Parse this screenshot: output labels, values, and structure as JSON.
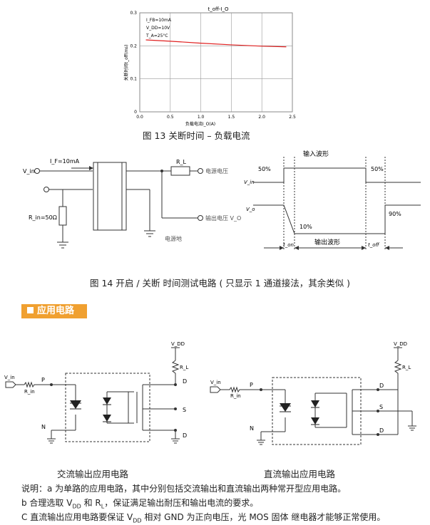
{
  "chart_data": {
    "type": "line",
    "title": "t_off-I_O",
    "ylabel": "关断时间t_off(ms)",
    "xlabel": "负载电流I_O(A)",
    "xlim": [
      0,
      2.5
    ],
    "ylim": [
      0,
      0.3
    ],
    "x_ticks": [
      "0.0",
      "0.5",
      "1.0",
      "1.5",
      "2.0",
      "2.5"
    ],
    "y_ticks": [
      "0",
      "0.1",
      "0.2",
      "0.3"
    ],
    "grid": true,
    "conditions": [
      "I_FB=10mA",
      "V_DD=10V",
      "T_A=25°C"
    ],
    "series": [
      {
        "x": [
          0.1,
          0.5,
          1.0,
          1.5,
          2.0,
          2.4
        ],
        "y": [
          0.218,
          0.214,
          0.208,
          0.203,
          0.199,
          0.197
        ],
        "color": "#e02020"
      }
    ]
  },
  "fig13_caption": "图 13 关断时间 – 负载电流",
  "fig14": {
    "circuit": {
      "if_label": "I_F=10mA",
      "vin": "V_in",
      "rin": "R_in=50Ω",
      "rl": "R_L",
      "supply_v": "电源电压",
      "output_v": "输出电压 V_O",
      "supply_src": "电源地"
    },
    "timing": {
      "input_wave": "输入波形",
      "output_wave": "输出波形",
      "pct50_left": "50%",
      "pct50_right": "50%",
      "pct10": "10%",
      "pct90": "90%",
      "vin": "V_in",
      "vo": "V_o",
      "ton": "t_on",
      "toff": "t_off"
    },
    "caption": "图 14 开启 / 关断 时间测试电路 ( 只显示 1 通道接法，其余类似 )"
  },
  "section_title": "应用电路",
  "app": {
    "vin": "V_in",
    "rin": "R_in",
    "p": "P",
    "n": "N",
    "vdd": "V_DD",
    "rl": "R_L",
    "d": "D",
    "s": "S",
    "ac_caption": "交流输出应用电路",
    "dc_caption": "直流输出应用电路"
  },
  "notes": {
    "a": "说明：a 为单路的应用电路，其中分别包括交流输出和直流输出两种常开型应用电路。",
    "b_prefix": "b 合理选取 V",
    "b_sub": "DD",
    "b_mid": " 和 R",
    "b_sub2": "L",
    "b_suffix": "，保证满足输出耐压和输出电流的要求。",
    "c_prefix": "C 直流输出应用电路要保证 V",
    "c_sub": "DD",
    "c_suffix": " 相对 GND 为正向电压，光 MOS 固体 继电器才能够正常使用。"
  },
  "colors": {
    "curve": "#e02020",
    "section": "#f0a030"
  }
}
